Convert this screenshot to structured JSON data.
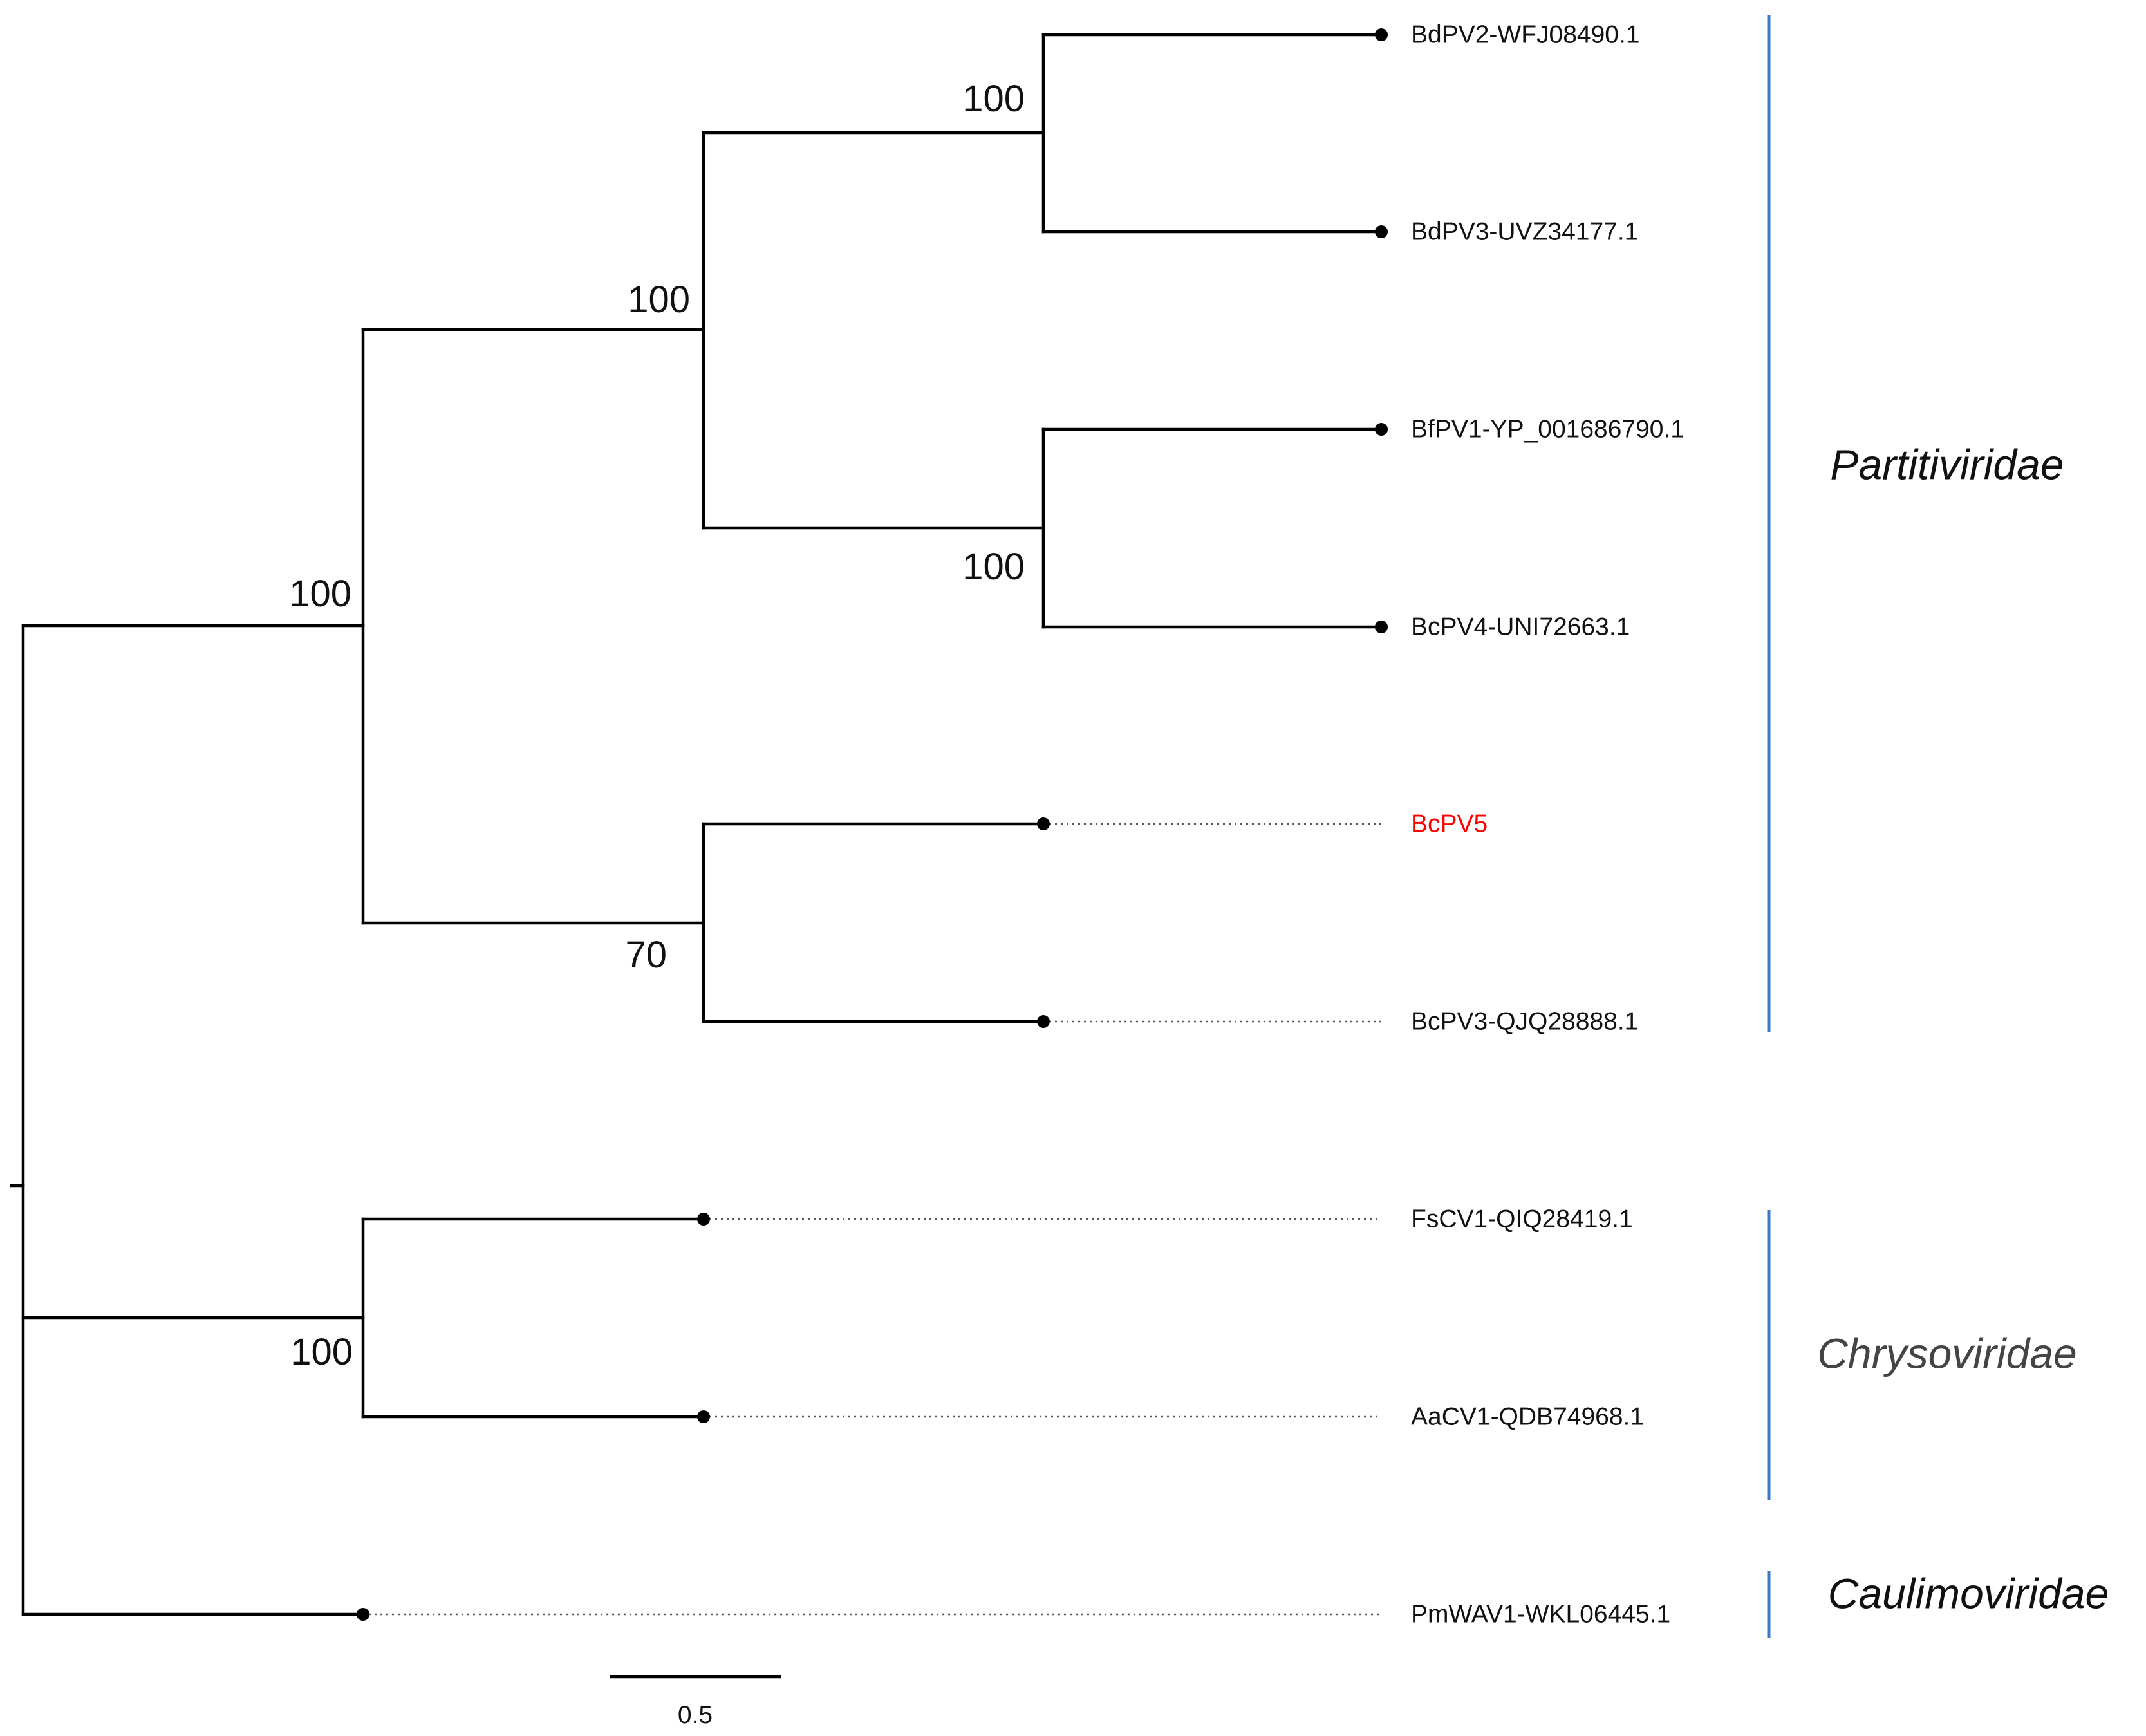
{
  "tips": [
    {
      "id": "bdpv2",
      "label": "BdPV2-WFJ08490.1"
    },
    {
      "id": "bdpv3",
      "label": "BdPV3-UVZ34177.1"
    },
    {
      "id": "bfpv1",
      "label": "BfPV1-YP_001686790.1"
    },
    {
      "id": "bcpv4",
      "label": "BcPV4-UNI72663.1"
    },
    {
      "id": "bcpv5",
      "label": "BcPV5",
      "color": "#ff0000"
    },
    {
      "id": "bcpv3",
      "label": "BcPV3-QJQ28888.1"
    },
    {
      "id": "fscv1",
      "label": "FsCV1-QIQ28419.1"
    },
    {
      "id": "aacv1",
      "label": "AaCV1-QDB74968.1"
    },
    {
      "id": "pmwav1",
      "label": "PmWAV1-WKL06445.1"
    }
  ],
  "bootstrap": [
    {
      "id": "bs-bdpv2-bdpv3",
      "value": "100"
    },
    {
      "id": "bs-bdpv-group",
      "value": "100"
    },
    {
      "id": "bs-bfpv1-bcpv4",
      "value": "100"
    },
    {
      "id": "bs-partitiviridae",
      "value": "100"
    },
    {
      "id": "bs-bcpv5-bcpv3",
      "value": "70"
    },
    {
      "id": "bs-chrysoviridae",
      "value": "100"
    }
  ],
  "clades": [
    {
      "id": "partitiviridae",
      "label": "Partitiviridae",
      "color": "#111111"
    },
    {
      "id": "chrysoviridae",
      "label": "Chrysoviridae",
      "color": "#444444"
    },
    {
      "id": "caulimoviridae",
      "label": "Caulimoviridae",
      "color": "#111111"
    }
  ],
  "scale_bar": {
    "label": "0.5"
  },
  "colors": {
    "branch": "#000000",
    "clade_bar": "#3a78c8",
    "highlight": "#ff0000"
  }
}
